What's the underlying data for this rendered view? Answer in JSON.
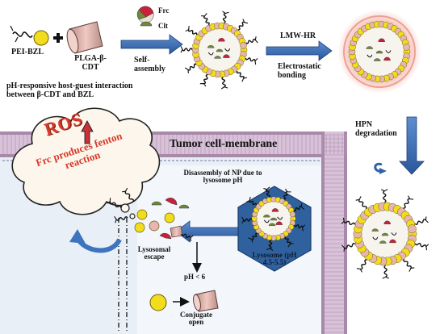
{
  "labels": {
    "pei_bzl": "PEI-BZL",
    "plga_cdt": "PLGA-β-CDT",
    "host_guest": "pH-responsive host-guest interaction between β-CDT and BZL",
    "frc": "Frc",
    "clt": "Clt",
    "self_assembly": "Self-assembly",
    "lmw_hr": "LMW-HR",
    "electrostatic": "Electrostatic bonding",
    "hpn_degradation": "HPN degradation",
    "tumor_membrane": "Tumor cell-membrane",
    "ros": "ROS",
    "fenton": "Frc produces fenton reaction",
    "disassembly": "Disassembly of NP due to lysosome pH",
    "lysosome": "Lysosome (pH 4.5-5.5)",
    "lysosomal_escape": "Lysosomal escape",
    "ph_lt6": "pH < 6",
    "conjugate_open": "Conjugate open"
  },
  "colors": {
    "bead_yellow": "#f2dd1c",
    "bead_pink": "#e7b6b0",
    "frc_red": "#c8213a",
    "clt_green": "#6d8a3c",
    "arrow_blue": "#2f62a8",
    "membrane": "#d2b7d2",
    "lysosome_blue": "#2e5f9c",
    "cell_bg": "#e9f0f7",
    "ros_red": "#d63a2a",
    "halo": "#f2b0a4"
  }
}
